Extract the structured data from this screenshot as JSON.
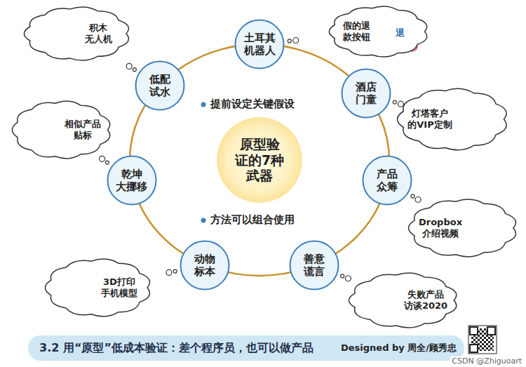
{
  "diagram": {
    "caption": "3.2 用“原型”低成本验证：差个程序员，也可以做产品",
    "nodes": [
      {
        "text": [
          "原型验 证的7种 武器"
        ]
      },
      {
        "text": [
          "土耳其 机器人"
        ]
      },
      {
        "text": [
          "酒店 门童"
        ]
      },
      {
        "text": [
          "产品 众筹"
        ]
      },
      {
        "text": [
          "善意 谎言"
        ]
      },
      {
        "text": [
          "动物 标本"
        ]
      },
      {
        "text": [
          "乾坤 大挪移"
        ]
      },
      {
        "text": [
          "低配 试水"
        ]
      },
      {
        "text": [
          "假的退 款按钮"
        ]
      },
      {
        "text": [
          "灯塔客户 的VIP定制"
        ]
      },
      {
        "text": [
          "Dropbox 介绍视频"
        ]
      },
      {
        "text": [
          "失败产品 访谈2020"
        ]
      },
      {
        "text": [
          "3D打印 手机模型"
        ]
      },
      {
        "text": [
          "相似产品 贴标"
        ]
      },
      {
        "text": [
          "积木 无人机"
        ]
      }
    ],
    "labels": [
      "提前设定关键假设",
      "方法可以组合使用",
      "退",
      "Designed by 周全/顾秀忠",
      "CSDN @Zhiguoart"
    ]
  }
}
